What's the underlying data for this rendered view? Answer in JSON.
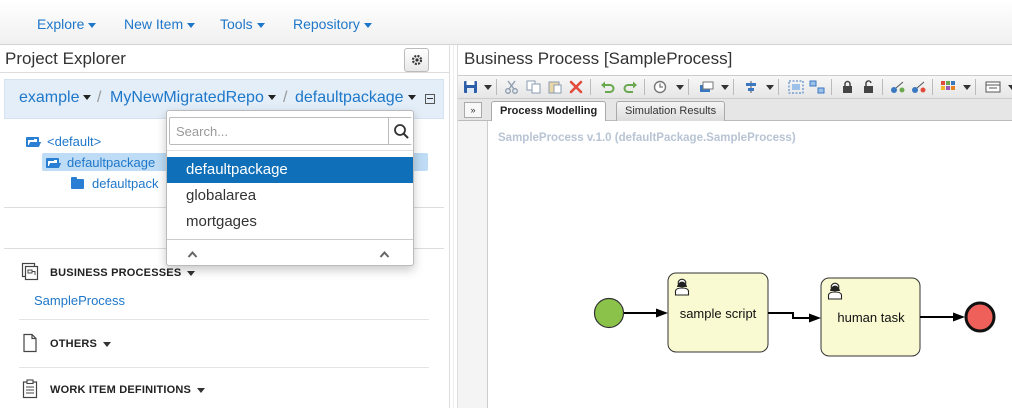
{
  "top_menu": [
    {
      "label": "Explore"
    },
    {
      "label": "New Item"
    },
    {
      "label": "Tools"
    },
    {
      "label": "Repository"
    }
  ],
  "project_explorer": {
    "title": "Project Explorer",
    "breadcrumb": [
      {
        "label": "example"
      },
      {
        "label": "MyNewMigratedRepo"
      },
      {
        "label": "defaultpackage"
      }
    ],
    "breadcrumb_separator": "/",
    "tree": [
      {
        "label": "<default>",
        "icon": "folder-open-icon"
      },
      {
        "label": "defaultpackage",
        "icon": "folder-open-icon",
        "selected": true
      },
      {
        "label": "defaultpack",
        "icon": "folder-icon"
      }
    ],
    "sections": [
      {
        "label": "BUSINESS PROCESSES",
        "icon": "business-processes-icon",
        "items": [
          "SampleProcess"
        ]
      },
      {
        "label": "OTHERS",
        "icon": "document-icon"
      },
      {
        "label": "WORK ITEM DEFINITIONS",
        "icon": "clipboard-icon"
      }
    ]
  },
  "package_dropdown": {
    "search_placeholder": "Search...",
    "options": [
      {
        "label": "defaultpackage",
        "selected": true
      },
      {
        "label": "globalarea"
      },
      {
        "label": "mortgages"
      }
    ]
  },
  "editor": {
    "title": "Business Process [SampleProcess]",
    "tabs": [
      {
        "label": "Process Modelling",
        "active": true
      },
      {
        "label": "Simulation Results",
        "active": false
      }
    ],
    "canvas_title": "SampleProcess v.1.0 (defaultPackage.SampleProcess)",
    "tasks": [
      {
        "label": "sample script",
        "icon": "user-icon"
      },
      {
        "label": "human task",
        "icon": "user-icon"
      }
    ],
    "expander_label": "»"
  },
  "colors": {
    "link_blue": "#1e77c9",
    "selection_blue": "#0f6fb8",
    "task_fill": "#fafad2",
    "start_event": "#8bc34a",
    "end_event": "#f0605a"
  }
}
